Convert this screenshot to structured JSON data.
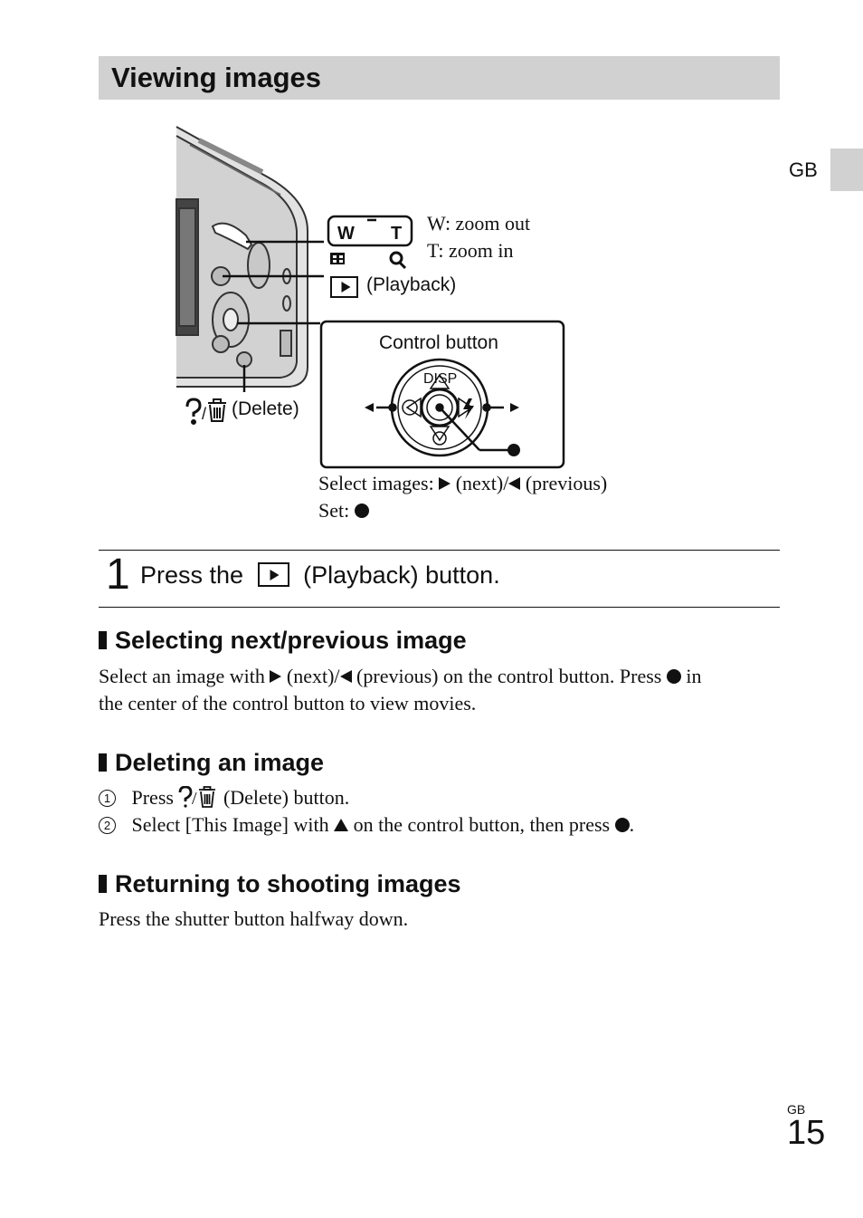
{
  "header": {
    "title": "Viewing images"
  },
  "side_tab": {
    "label": "GB"
  },
  "figure": {
    "zoom_w_letter": "W",
    "zoom_t_letter": "T",
    "zoom_w_text": "W: zoom out",
    "zoom_t_text": "T: zoom in",
    "playback_label": "(Playback)",
    "delete_label": "(Delete)",
    "control_button_title": "Control button",
    "disp_label": "DISP",
    "select_prefix": "Select images: ",
    "select_next": " (next)/",
    "select_prev": " (previous)",
    "set_label": "Set: "
  },
  "step1": {
    "number": "1",
    "text_before": "Press the",
    "text_after": "(Playback) button."
  },
  "sections": {
    "next_prev": {
      "heading": "Selecting next/previous image",
      "line1_a": "Select an image with ",
      "line1_b": " (next)/",
      "line1_c": " (previous) on the control button. Press ",
      "line1_d": " in",
      "line2": "the center of the control button to view movies."
    },
    "delete": {
      "heading": "Deleting an image",
      "item1_num": "1",
      "item1_a": "Press ",
      "item1_b": " (Delete) button.",
      "item2_num": "2",
      "item2_a": "Select [This Image] with ",
      "item2_b": " on the control button, then press ",
      "item2_c": "."
    },
    "returning": {
      "heading": "Returning to shooting images",
      "text": "Press the shutter button halfway down."
    }
  },
  "footer": {
    "region": "GB",
    "page_number": "15"
  }
}
